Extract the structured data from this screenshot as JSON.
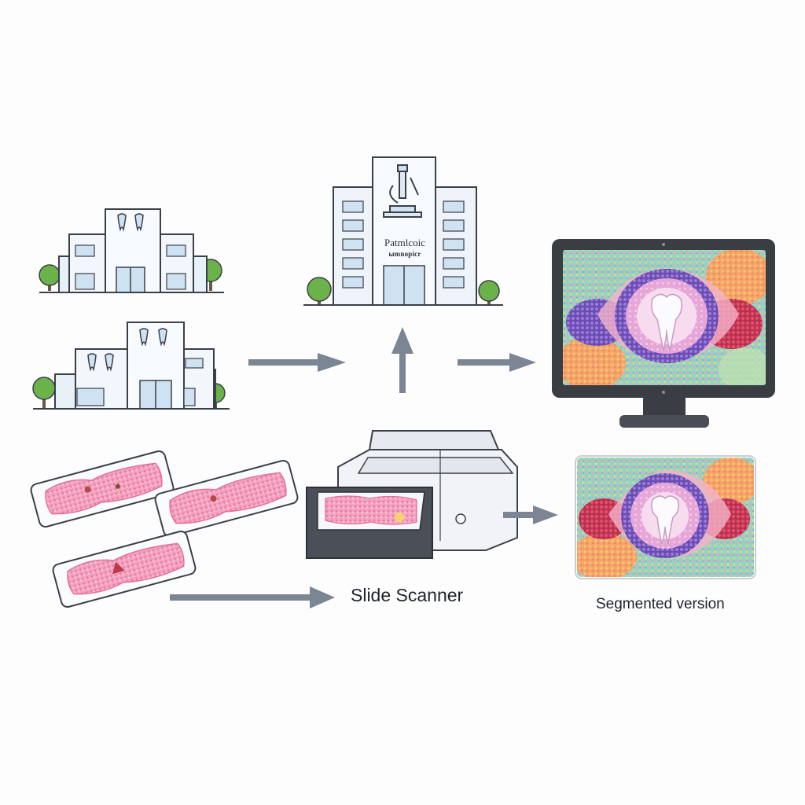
{
  "labels": {
    "scanner": "Slide Scanner",
    "segmented": "Segmented version",
    "lab_sign_line1": "Patmlcoic",
    "lab_sign_line2": "ыmnopicr"
  },
  "colors": {
    "arrow": "#7b8594",
    "outline": "#3b3f48",
    "building_blue": "#cfe2f1",
    "tissue_pink": "#f08fb1",
    "tooth_ring_purple": "#7a5cc0",
    "tooth_pink": "#e6a3d6",
    "red_tissue": "#d8425a",
    "teal_background": "#7fd3c4",
    "orange_region": "#f3a468",
    "tree_green": "#6bb24a",
    "monitor_bezel": "#3a3d44"
  },
  "icons": [
    "dental-clinic-icon",
    "dental-clinic-icon",
    "pathology-lab-icon",
    "microscope-icon",
    "tissue-slide-icon",
    "slide-scanner-icon",
    "monitor-icon",
    "tooth-icon",
    "tree-icon",
    "arrow-right-icon",
    "arrow-up-icon"
  ]
}
